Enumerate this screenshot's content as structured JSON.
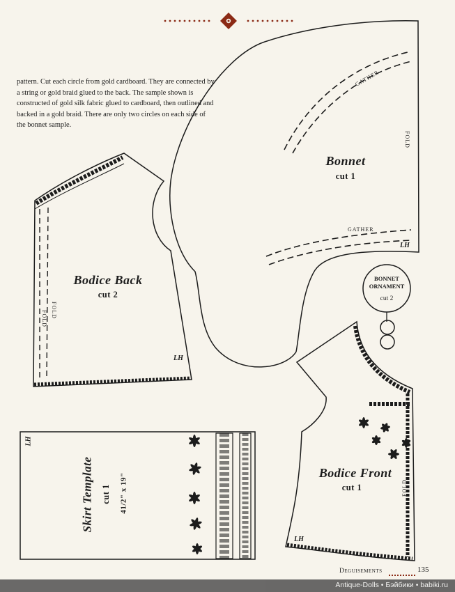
{
  "intro_text": "pattern. Cut each circle from gold cardboard. They are connected by a string or gold braid glued to the back. The sample shown is constructed of gold silk fabric glued to cardboard, then outlined and backed in a gold braid. There are only two circles on each side of the bonnet sample.",
  "pieces": {
    "bonnet": {
      "title": "Bonnet",
      "cut": "cut 1",
      "fold": "FOLD",
      "gather_top": "GATHER",
      "gather_bottom": "GATHER",
      "initials": "LH"
    },
    "ornament": {
      "line1": "BONNET",
      "line2": "ORNAMENT",
      "cut": "cut 2"
    },
    "bodice_back": {
      "title": "Bodice Back",
      "cut": "cut 2",
      "fold1": "FOLD",
      "fold2": "FOLD",
      "initials": "LH"
    },
    "bodice_front": {
      "title": "Bodice Front",
      "cut": "cut 1",
      "fold": "FOLD",
      "initials": "LH"
    },
    "skirt": {
      "title": "Skirt Template",
      "cut": "cut 1",
      "size": "41/2\" x 19\"",
      "initials": "LH"
    }
  },
  "footer": {
    "section": "Deguisements",
    "page": "135"
  },
  "watermark": "Antique-Dolls • Бэйбики • babiki.ru",
  "colors": {
    "paper": "#f7f4ec",
    "ink": "#1c1c1c",
    "accent": "#8b2a15"
  }
}
